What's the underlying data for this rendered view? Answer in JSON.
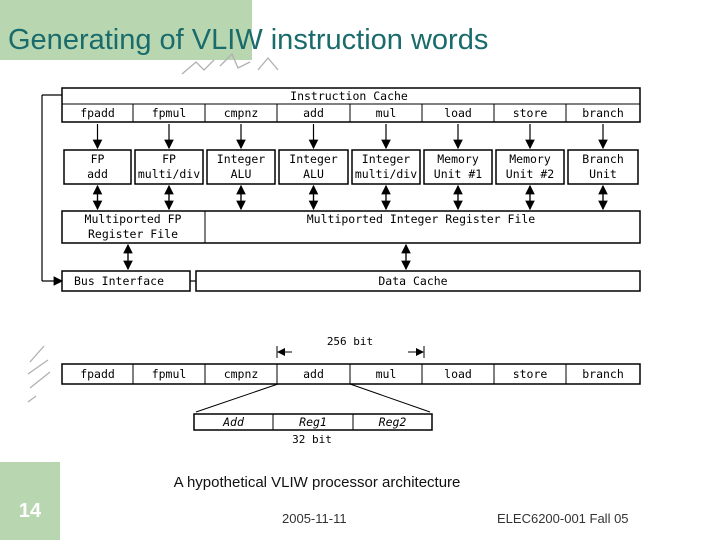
{
  "slide": {
    "title": "Generating of VLIW instruction words",
    "number": "14",
    "caption": "A hypothetical VLIW processor architecture",
    "date": "2005-11-11",
    "course": "ELEC6200-001 Fall 05"
  },
  "diagram": {
    "cache_title": "Instruction Cache",
    "cache_slots": [
      "fpadd",
      "fpmul",
      "cmpnz",
      "add",
      "mul",
      "load",
      "store",
      "branch"
    ],
    "units": [
      [
        "FP",
        "add"
      ],
      [
        "FP",
        "multi/div"
      ],
      [
        "Integer",
        "ALU"
      ],
      [
        "Integer",
        "ALU"
      ],
      [
        "Integer",
        "multi/div"
      ],
      [
        "Memory",
        "Unit #1"
      ],
      [
        "Memory",
        "Unit #2"
      ],
      [
        "Branch",
        "Unit"
      ]
    ],
    "fp_regfile": [
      "Multiported FP",
      "Register File"
    ],
    "int_regfile": "Multiported Integer Register File",
    "bus_interface": "Bus Interface",
    "data_cache": "Data Cache",
    "word_width": "256 bit",
    "word_slots": [
      "fpadd",
      "fpmul",
      "cmpnz",
      "add",
      "mul",
      "load",
      "store",
      "branch"
    ],
    "op_fields": [
      "Add",
      "Reg1",
      "Reg2"
    ],
    "op_width": "32 bit"
  }
}
